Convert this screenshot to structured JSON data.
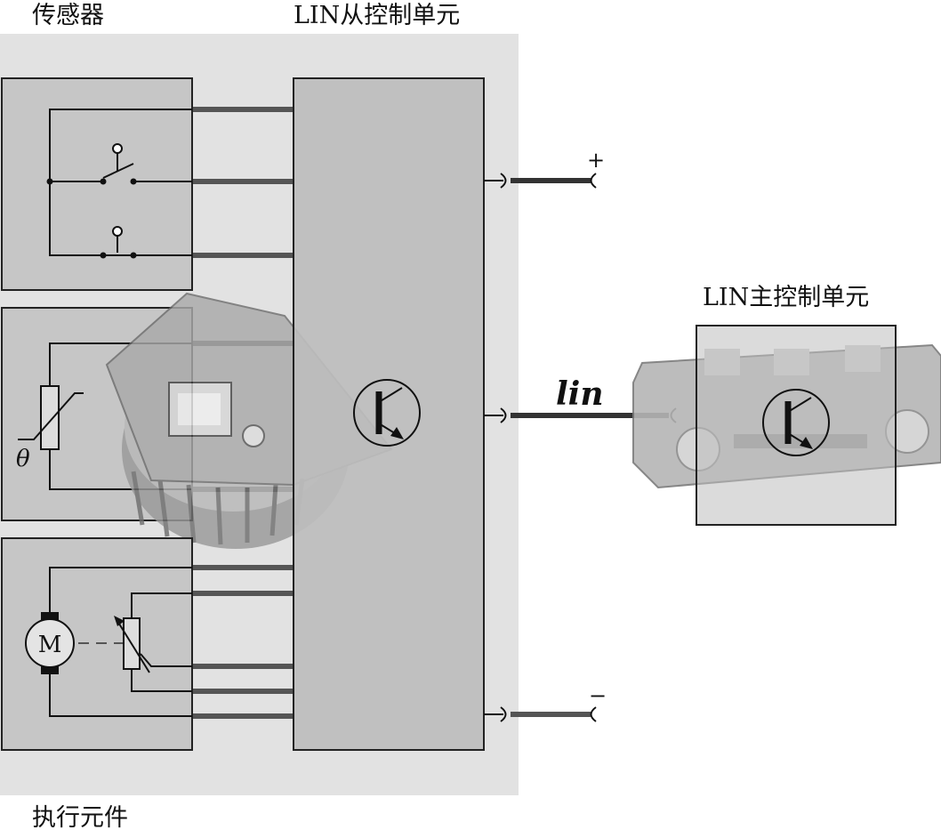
{
  "labels": {
    "sensor": "传感器",
    "slave_unit": "LIN从控制单元",
    "master_unit": "LIN主控制单元",
    "actuator": "执行元件",
    "plus": "+",
    "minus": "−",
    "lin": "lin",
    "theta": "θ",
    "motor": "M"
  },
  "colors": {
    "background_panel": "#e2e2e2",
    "sensor_box": "#c6c6c6",
    "control_unit_box": "#bdbdbd",
    "bus_wire": "#555555",
    "outline": "#222222"
  },
  "icons": [
    "switch-icon",
    "ntc-thermistor-icon",
    "motor-icon",
    "potentiometer-icon",
    "transistor-icon",
    "blower-motor-image",
    "climate-control-panel-image"
  ]
}
